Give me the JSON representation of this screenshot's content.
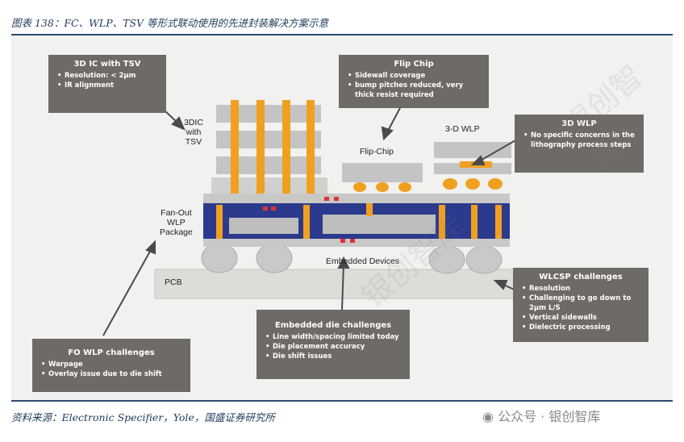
{
  "caption": "图表 138：FC、WLP、TSV 等形式联动使用的先进封装解决方案示意",
  "source": "资料来源：Electronic Specifier，Yole，国盛证券研究所",
  "wechat": "公众号 · 银创智库",
  "watermark": "银创智库",
  "labels": {
    "tsv_3dic": [
      "3DIC",
      "with",
      "TSV"
    ],
    "flipchip": "Flip-Chip",
    "wlp3d": "3-D WLP",
    "fanout": [
      "Fan-Out",
      "WLP",
      "Package"
    ],
    "embedded": "Embedded Devices",
    "pcb": "PCB"
  },
  "boxes": {
    "tsv": {
      "title": "3D IC with TSV",
      "items": [
        "Resolution: < 2µm",
        "IR alignment"
      ]
    },
    "flipchip": {
      "title": "Flip Chip",
      "items": [
        "Sidewall coverage",
        "bump pitches reduced, very thick resist required"
      ]
    },
    "wlp3d": {
      "title": "3D WLP",
      "items": [
        "No specific concerns in the lithography process steps"
      ]
    },
    "wlcsp": {
      "title": "WLCSP challenges",
      "items": [
        "Resolution",
        "Challenging to go down to 2µm L/S",
        "Vertical sidewalls",
        "Dielectric processing"
      ]
    },
    "embedded": {
      "title": "Embedded die challenges",
      "items": [
        "Line width/spacing limited today",
        "Die placement accuracy",
        "Die shift issues"
      ]
    },
    "fowlp": {
      "title": "FO WLP challenges",
      "items": [
        "Warpage",
        "Overlay issue due to die shift"
      ]
    }
  },
  "colors": {
    "box": "#6e6a67",
    "substrate": "#2b3a8c",
    "copper": "#f0a020",
    "pcb": "#d8d8d4",
    "chip": "#bdbdbd"
  }
}
